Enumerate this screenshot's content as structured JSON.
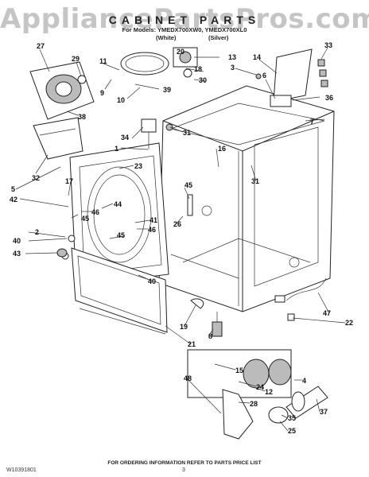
{
  "watermark": "AppliancePartsPros.com",
  "title": "CABINET PARTS",
  "models_line": "For Models: YMEDX700XW0, YMEDX700XL0",
  "variants": [
    "(White)",
    "(Silver)"
  ],
  "footer": "FOR ORDERING INFORMATION REFER TO PARTS PRICE LIST",
  "doc_number": "W10391801",
  "page_number": "3",
  "callouts": [
    {
      "id": "c27",
      "label": "27"
    },
    {
      "id": "c29",
      "label": "29"
    },
    {
      "id": "c9",
      "label": "9"
    },
    {
      "id": "c38",
      "label": "38"
    },
    {
      "id": "c11",
      "label": "11"
    },
    {
      "id": "c10",
      "label": "10"
    },
    {
      "id": "c20",
      "label": "20"
    },
    {
      "id": "c13",
      "label": "13"
    },
    {
      "id": "c18",
      "label": "18"
    },
    {
      "id": "c30",
      "label": "30"
    },
    {
      "id": "c39",
      "label": "39"
    },
    {
      "id": "c3",
      "label": "3"
    },
    {
      "id": "c14",
      "label": "14"
    },
    {
      "id": "c33",
      "label": "33"
    },
    {
      "id": "c6",
      "label": "6"
    },
    {
      "id": "c36",
      "label": "36"
    },
    {
      "id": "c7",
      "label": "7"
    },
    {
      "id": "c34",
      "label": "34"
    },
    {
      "id": "c31a",
      "label": "31"
    },
    {
      "id": "c1",
      "label": "1"
    },
    {
      "id": "c16",
      "label": "16"
    },
    {
      "id": "c32",
      "label": "32"
    },
    {
      "id": "c23",
      "label": "23"
    },
    {
      "id": "c31b",
      "label": "31"
    },
    {
      "id": "c5",
      "label": "5"
    },
    {
      "id": "c17",
      "label": "17"
    },
    {
      "id": "c42",
      "label": "42"
    },
    {
      "id": "c44",
      "label": "44"
    },
    {
      "id": "c45a",
      "label": "45"
    },
    {
      "id": "c46a",
      "label": "46"
    },
    {
      "id": "c45b",
      "label": "45"
    },
    {
      "id": "c41",
      "label": "41"
    },
    {
      "id": "c26",
      "label": "26"
    },
    {
      "id": "c46b",
      "label": "46"
    },
    {
      "id": "c2",
      "label": "2"
    },
    {
      "id": "c45c",
      "label": "45"
    },
    {
      "id": "c40a",
      "label": "40"
    },
    {
      "id": "c43",
      "label": "43"
    },
    {
      "id": "c40b",
      "label": "40"
    },
    {
      "id": "c47",
      "label": "47"
    },
    {
      "id": "c22",
      "label": "22"
    },
    {
      "id": "c19",
      "label": "19"
    },
    {
      "id": "c8",
      "label": "8"
    },
    {
      "id": "c21",
      "label": "21"
    },
    {
      "id": "c48",
      "label": "48"
    },
    {
      "id": "c15",
      "label": "15"
    },
    {
      "id": "c24",
      "label": "24"
    },
    {
      "id": "c12",
      "label": "12"
    },
    {
      "id": "c28",
      "label": "28"
    },
    {
      "id": "c4",
      "label": "4"
    },
    {
      "id": "c37",
      "label": "37"
    },
    {
      "id": "c35",
      "label": "35"
    },
    {
      "id": "c25",
      "label": "25"
    }
  ]
}
